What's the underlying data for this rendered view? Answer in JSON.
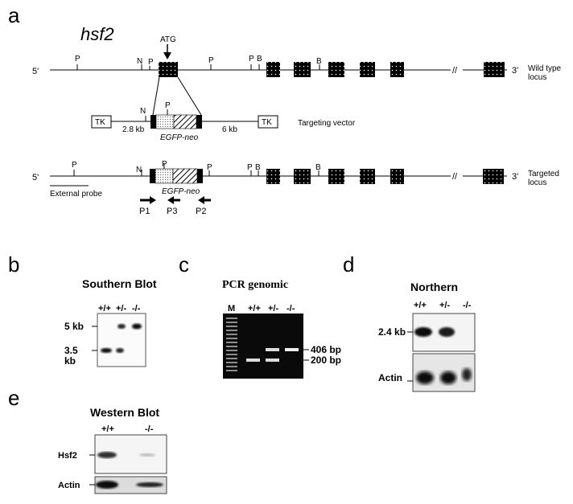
{
  "panel_a": {
    "letter": "a",
    "gene": "hsf2",
    "five_prime": "5'",
    "three_prime": "3'",
    "atg": "ATG",
    "break_mark": "//",
    "wt_label_1": "Wild type",
    "wt_label_2": "locus",
    "vector_label": "Targeting vector",
    "tk": "TK",
    "left_arm": "2.8 kb",
    "right_arm": "6 kb",
    "egfp_neo": "EGFP-neo",
    "targeted_label_1": "Targeted",
    "targeted_label_2": "locus",
    "external_probe": "External probe",
    "sites": {
      "P": "P",
      "N": "N",
      "B": "B"
    },
    "primers": [
      "P1",
      "P3",
      "P2"
    ]
  },
  "panel_b": {
    "letter": "b",
    "title": "Southern Blot",
    "lanes": [
      "+/+",
      "+/-",
      "-/-"
    ],
    "markers": [
      "5 kb",
      "3.5",
      "kb"
    ]
  },
  "panel_c": {
    "letter": "c",
    "title": "PCR genomic",
    "lanes": [
      "M",
      "+/+",
      "+/-",
      "-/-"
    ],
    "markers": [
      "406 bp",
      "200 bp"
    ]
  },
  "panel_d": {
    "letter": "d",
    "title": "Northern",
    "lanes": [
      "+/+",
      "+/-",
      "-/-"
    ],
    "markers": [
      "2.4 kb",
      "Actin"
    ]
  },
  "panel_e": {
    "letter": "e",
    "title": "Western Blot",
    "lanes": [
      "+/+",
      "-/-"
    ],
    "markers": [
      "Hsf2",
      "Actin"
    ]
  }
}
